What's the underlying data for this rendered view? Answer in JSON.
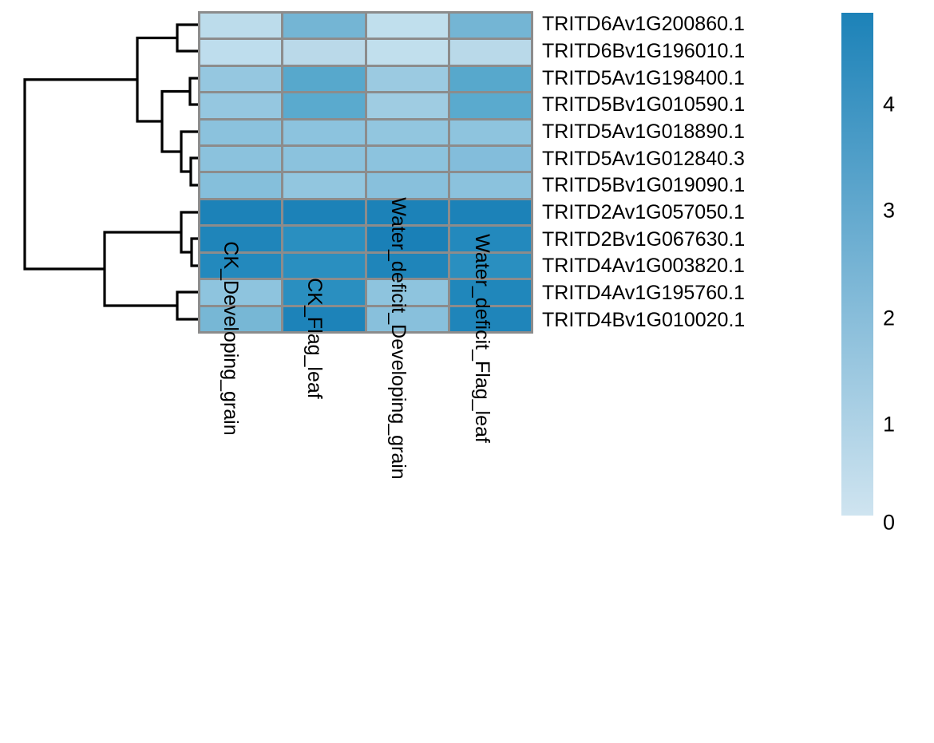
{
  "chart_data": {
    "type": "heatmap",
    "title": "",
    "xlabel": "",
    "ylabel": "",
    "colormap": "Blues (light-to-dark teal)",
    "colorbar": {
      "min": 0,
      "max": 4.8,
      "ticks": [
        4,
        3,
        2,
        1,
        0
      ],
      "tick_positions_pct": [
        17.9,
        38.8,
        59.8,
        80.7,
        99.8
      ],
      "low_color": "#cfe4f0",
      "high_color": "#1c82b8",
      "position": "right"
    },
    "columns": [
      "CK_Developing_grain",
      "CK_Flag_leaf",
      "Water_deficit_Developing_grain",
      "Water_deficit_Flag_leaf"
    ],
    "rows": [
      "TRITD6Av1G200860.1",
      "TRITD6Bv1G196010.1",
      "TRITD5Av1G198400.1",
      "TRITD5Bv1G010590.1",
      "TRITD5Av1G018890.1",
      "TRITD5Av1G012840.3",
      "TRITD5Bv1G019090.1",
      "TRITD2Av1G057050.1",
      "TRITD2Bv1G067630.1",
      "TRITD4Av1G003820.1",
      "TRITD4Av1G195760.1",
      "TRITD4Bv1G010020.1"
    ],
    "values": [
      [
        0.8,
        2.2,
        0.7,
        2.2
      ],
      [
        0.8,
        0.9,
        0.8,
        0.9
      ],
      [
        1.6,
        2.6,
        1.5,
        2.6
      ],
      [
        1.6,
        2.5,
        1.4,
        2.5
      ],
      [
        1.8,
        1.8,
        1.7,
        1.8
      ],
      [
        1.8,
        1.8,
        1.8,
        2.0
      ],
      [
        1.9,
        1.6,
        1.9,
        1.8
      ],
      [
        4.5,
        4.5,
        4.5,
        4.5
      ],
      [
        4.4,
        3.9,
        4.6,
        4.1
      ],
      [
        4.1,
        3.9,
        4.3,
        3.9
      ],
      [
        1.7,
        4.0,
        1.7,
        4.3
      ],
      [
        2.0,
        4.4,
        1.8,
        4.3
      ]
    ],
    "cell_colors": [
      [
        "#bcdceb",
        "#74b5d4",
        "#c0dfed",
        "#74b5d4"
      ],
      [
        "#bedded",
        "#bad9e9",
        "#c1dfed",
        "#b9d9e9"
      ],
      [
        "#95c7e0",
        "#57a8cc",
        "#9bcae1",
        "#57a8cc"
      ],
      [
        "#95c7e0",
        "#5aaace",
        "#9fcce2",
        "#5aaace"
      ],
      [
        "#8bc2dd",
        "#8cc3de",
        "#92c6df",
        "#8ec4de"
      ],
      [
        "#8bc2dd",
        "#8bc2dd",
        "#8cc3de",
        "#83bddb"
      ],
      [
        "#85bfdb",
        "#92c6df",
        "#88c0dc",
        "#8bc2dd"
      ],
      [
        "#1c82b8",
        "#1c82b8",
        "#1c82b8",
        "#1c82b8"
      ],
      [
        "#1f85ba",
        "#2a8fc0",
        "#1a80b7",
        "#2389bd"
      ],
      [
        "#2389bd",
        "#2a8fc0",
        "#1f85ba",
        "#2a8fc0"
      ],
      [
        "#8ec4de",
        "#2a8fc0",
        "#8ec4de",
        "#2087bb"
      ],
      [
        "#77b7d5",
        "#1d83b9",
        "#88c0dc",
        "#1f85ba"
      ]
    ]
  },
  "dendrogram": {
    "name": "row-dendrogram",
    "orientation": "left",
    "line_color": "#000000",
    "line_width": 3,
    "description": "hierarchical clustering of 12 gene rows into two major clades"
  },
  "colorbar_labels": [
    "4",
    "3",
    "2",
    "1",
    "0"
  ]
}
